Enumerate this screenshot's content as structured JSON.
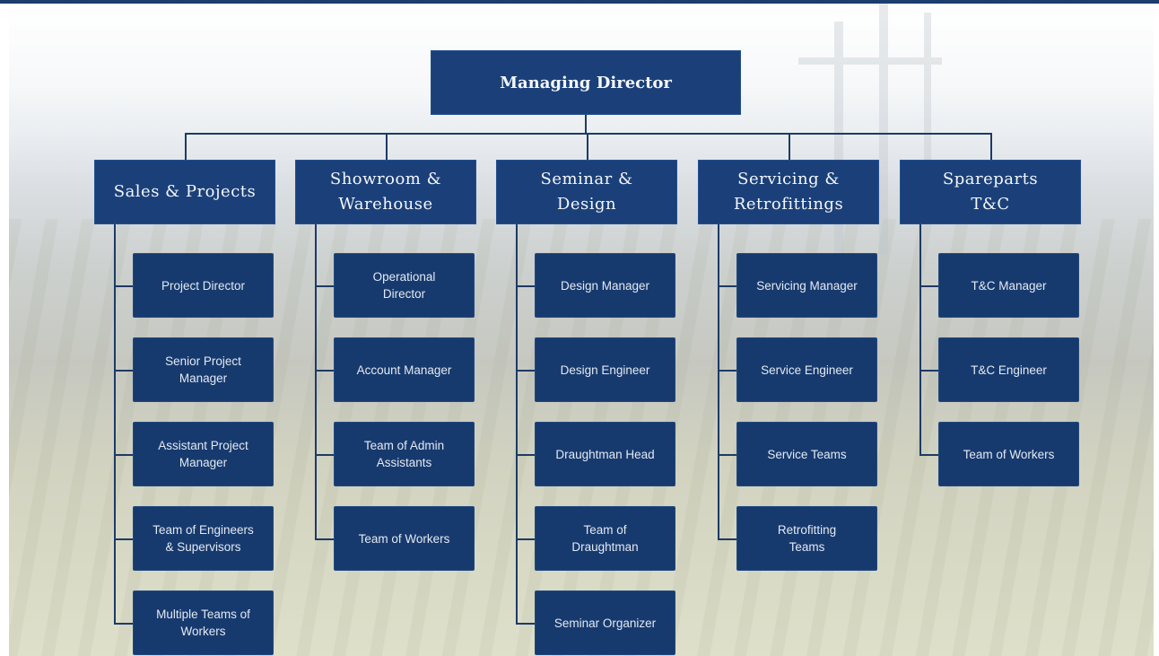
{
  "chart_title": "",
  "managing_director": "Managing Director",
  "departments": [
    {
      "name": "Sales & Projects",
      "roles": [
        "Project Director",
        "Senior Project\nManager",
        "Assistant Project\nManager",
        "Team of Engineers\n& Supervisors",
        "Multiple Teams of\nWorkers"
      ]
    },
    {
      "name": "Showroom &\nWarehouse",
      "roles": [
        "Operational\nDirector",
        "Account Manager",
        "Team of Admin\nAssistants",
        "Team of Workers"
      ]
    },
    {
      "name": "Seminar &\nDesign",
      "roles": [
        "Design Manager",
        "Design Engineer",
        "Draughtman Head",
        "Team of\nDraughtman",
        "Seminar Organizer"
      ]
    },
    {
      "name": "Servicing &\nRetrofittings",
      "roles": [
        "Servicing Manager",
        "Service Engineer",
        "Service Teams",
        "Retrofitting\nTeams"
      ]
    },
    {
      "name": "Spareparts\nT&C",
      "roles": [
        "T&C Manager",
        "T&C Engineer",
        "Team of Workers"
      ]
    }
  ],
  "colors": {
    "box_fill": "#1b4079",
    "role_fill": "#173a6e",
    "connector": "#1d3a66",
    "text": "#f4f6fa"
  }
}
